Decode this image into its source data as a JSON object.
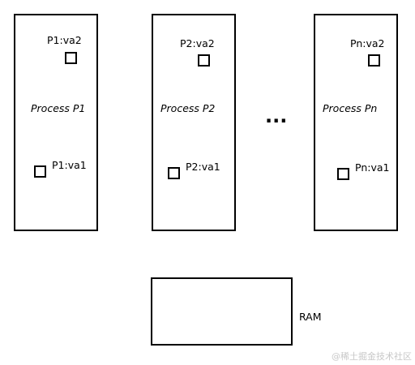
{
  "processes": [
    {
      "title": "Process P1",
      "va2": "P1:va2",
      "va1": "P1:va1"
    },
    {
      "title": "Process P2",
      "va2": "P2:va2",
      "va1": "P2:va1"
    },
    {
      "title": "Process Pn",
      "va2": "Pn:va2",
      "va1": "Pn:va1"
    }
  ],
  "ellipsis": "...",
  "ram": {
    "label": "RAM"
  },
  "watermark": "@稀土掘金技术社区"
}
